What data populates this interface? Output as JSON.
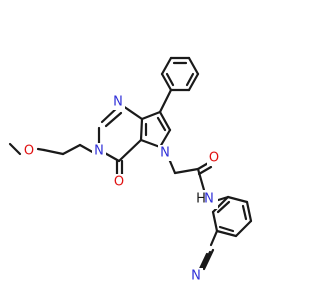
{
  "molecule": {
    "atoms": {
      "n_pyrimidine_top": "N",
      "n_pyrimidine_bottom": "N",
      "o_methoxy": "O",
      "o_carbonyl_ring": "O",
      "n_pyrrole": "N",
      "o_amide": "O",
      "nh_amide": "N",
      "h_amide": "H",
      "n_nitrile": "N"
    },
    "colors": {
      "bond": "#1a1a1a",
      "nitrogen": "#2f2fd8",
      "oxygen": "#e01010",
      "carbon": "#1a1a1a"
    }
  }
}
